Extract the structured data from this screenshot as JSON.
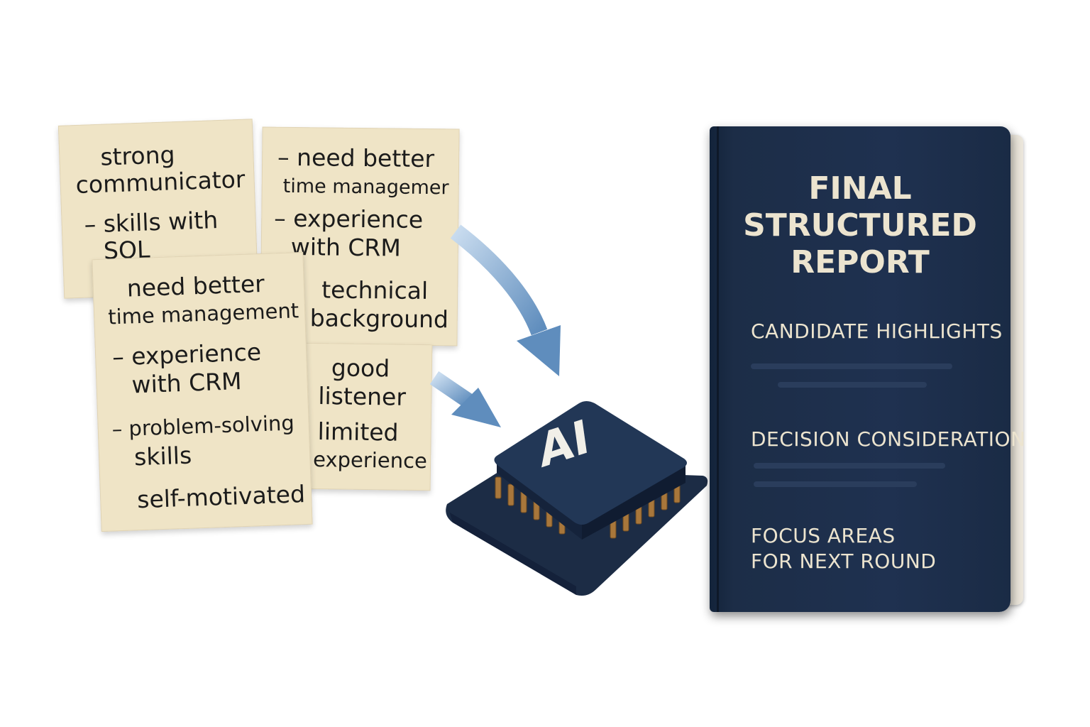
{
  "notes": [
    {
      "lines": [
        "strong",
        "communicator",
        "– skills with",
        "SQL"
      ]
    },
    {
      "lines": [
        "– need better",
        "time managemer",
        "– experience",
        "with CRM",
        "technical",
        "background"
      ]
    },
    {
      "lines": [
        "need better",
        "time management",
        "– experience",
        "with CRM",
        "– problem-solving",
        "skills",
        "self-motivated"
      ]
    },
    {
      "lines": [
        "good",
        "listener",
        "limited",
        "experience"
      ]
    }
  ],
  "chip": {
    "label": "AI"
  },
  "report": {
    "title_lines": [
      "FINAL",
      "STRUCTURED",
      "REPORT"
    ],
    "sections": [
      "CANDIDATE HIGHLIGHTS",
      "DECISION CONSIDERATION",
      "FOCUS AREAS",
      "FOR NEXT ROUND"
    ]
  },
  "colors": {
    "note": "#efe4c6",
    "arrow": "#7fa6cf",
    "chip": "#1f3150",
    "chip_pins": "#a8773b",
    "cover": "#1f3150",
    "cover_text": "#ece4cf"
  }
}
